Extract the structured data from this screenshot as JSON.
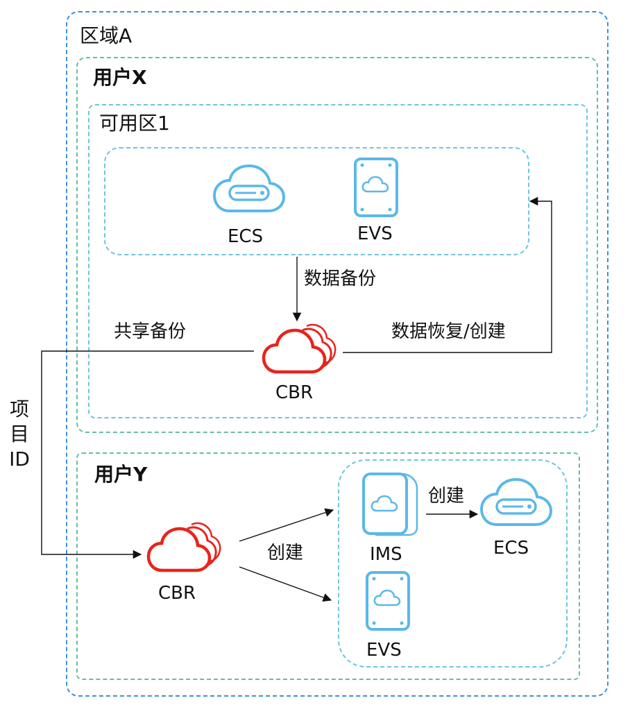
{
  "region": {
    "title": "区域A"
  },
  "user_x": {
    "title": "用户X",
    "zone": {
      "title": "可用区1",
      "resources": {
        "ecs_label": "ECS",
        "evs_label": "EVS"
      },
      "cbr_label": "CBR"
    }
  },
  "user_y": {
    "title": "用户Y",
    "cbr_label": "CBR",
    "resources": {
      "ims_label": "IMS",
      "ecs_label": "ECS",
      "evs_label": "EVS"
    }
  },
  "flows": {
    "data_backup": "数据备份",
    "shared_backup": "共享备份",
    "restore_create": "数据恢复/创建",
    "create_from_cbr": "创建",
    "create_ecs": "创建"
  },
  "project_id": {
    "chars": [
      "项",
      "目",
      "ID"
    ]
  },
  "icons": {
    "cbr": "cloud-backup-icon",
    "ecs": "cloud-server-icon",
    "evs": "cloud-disk-icon",
    "ims": "cloud-image-icon"
  },
  "colors": {
    "region_border": "#3b8fe0",
    "user_border": "#63bfa0",
    "zone_border": "#6ec4e0",
    "icon_blue": "#5bb8e8",
    "cbr_red": "#e8241c"
  }
}
